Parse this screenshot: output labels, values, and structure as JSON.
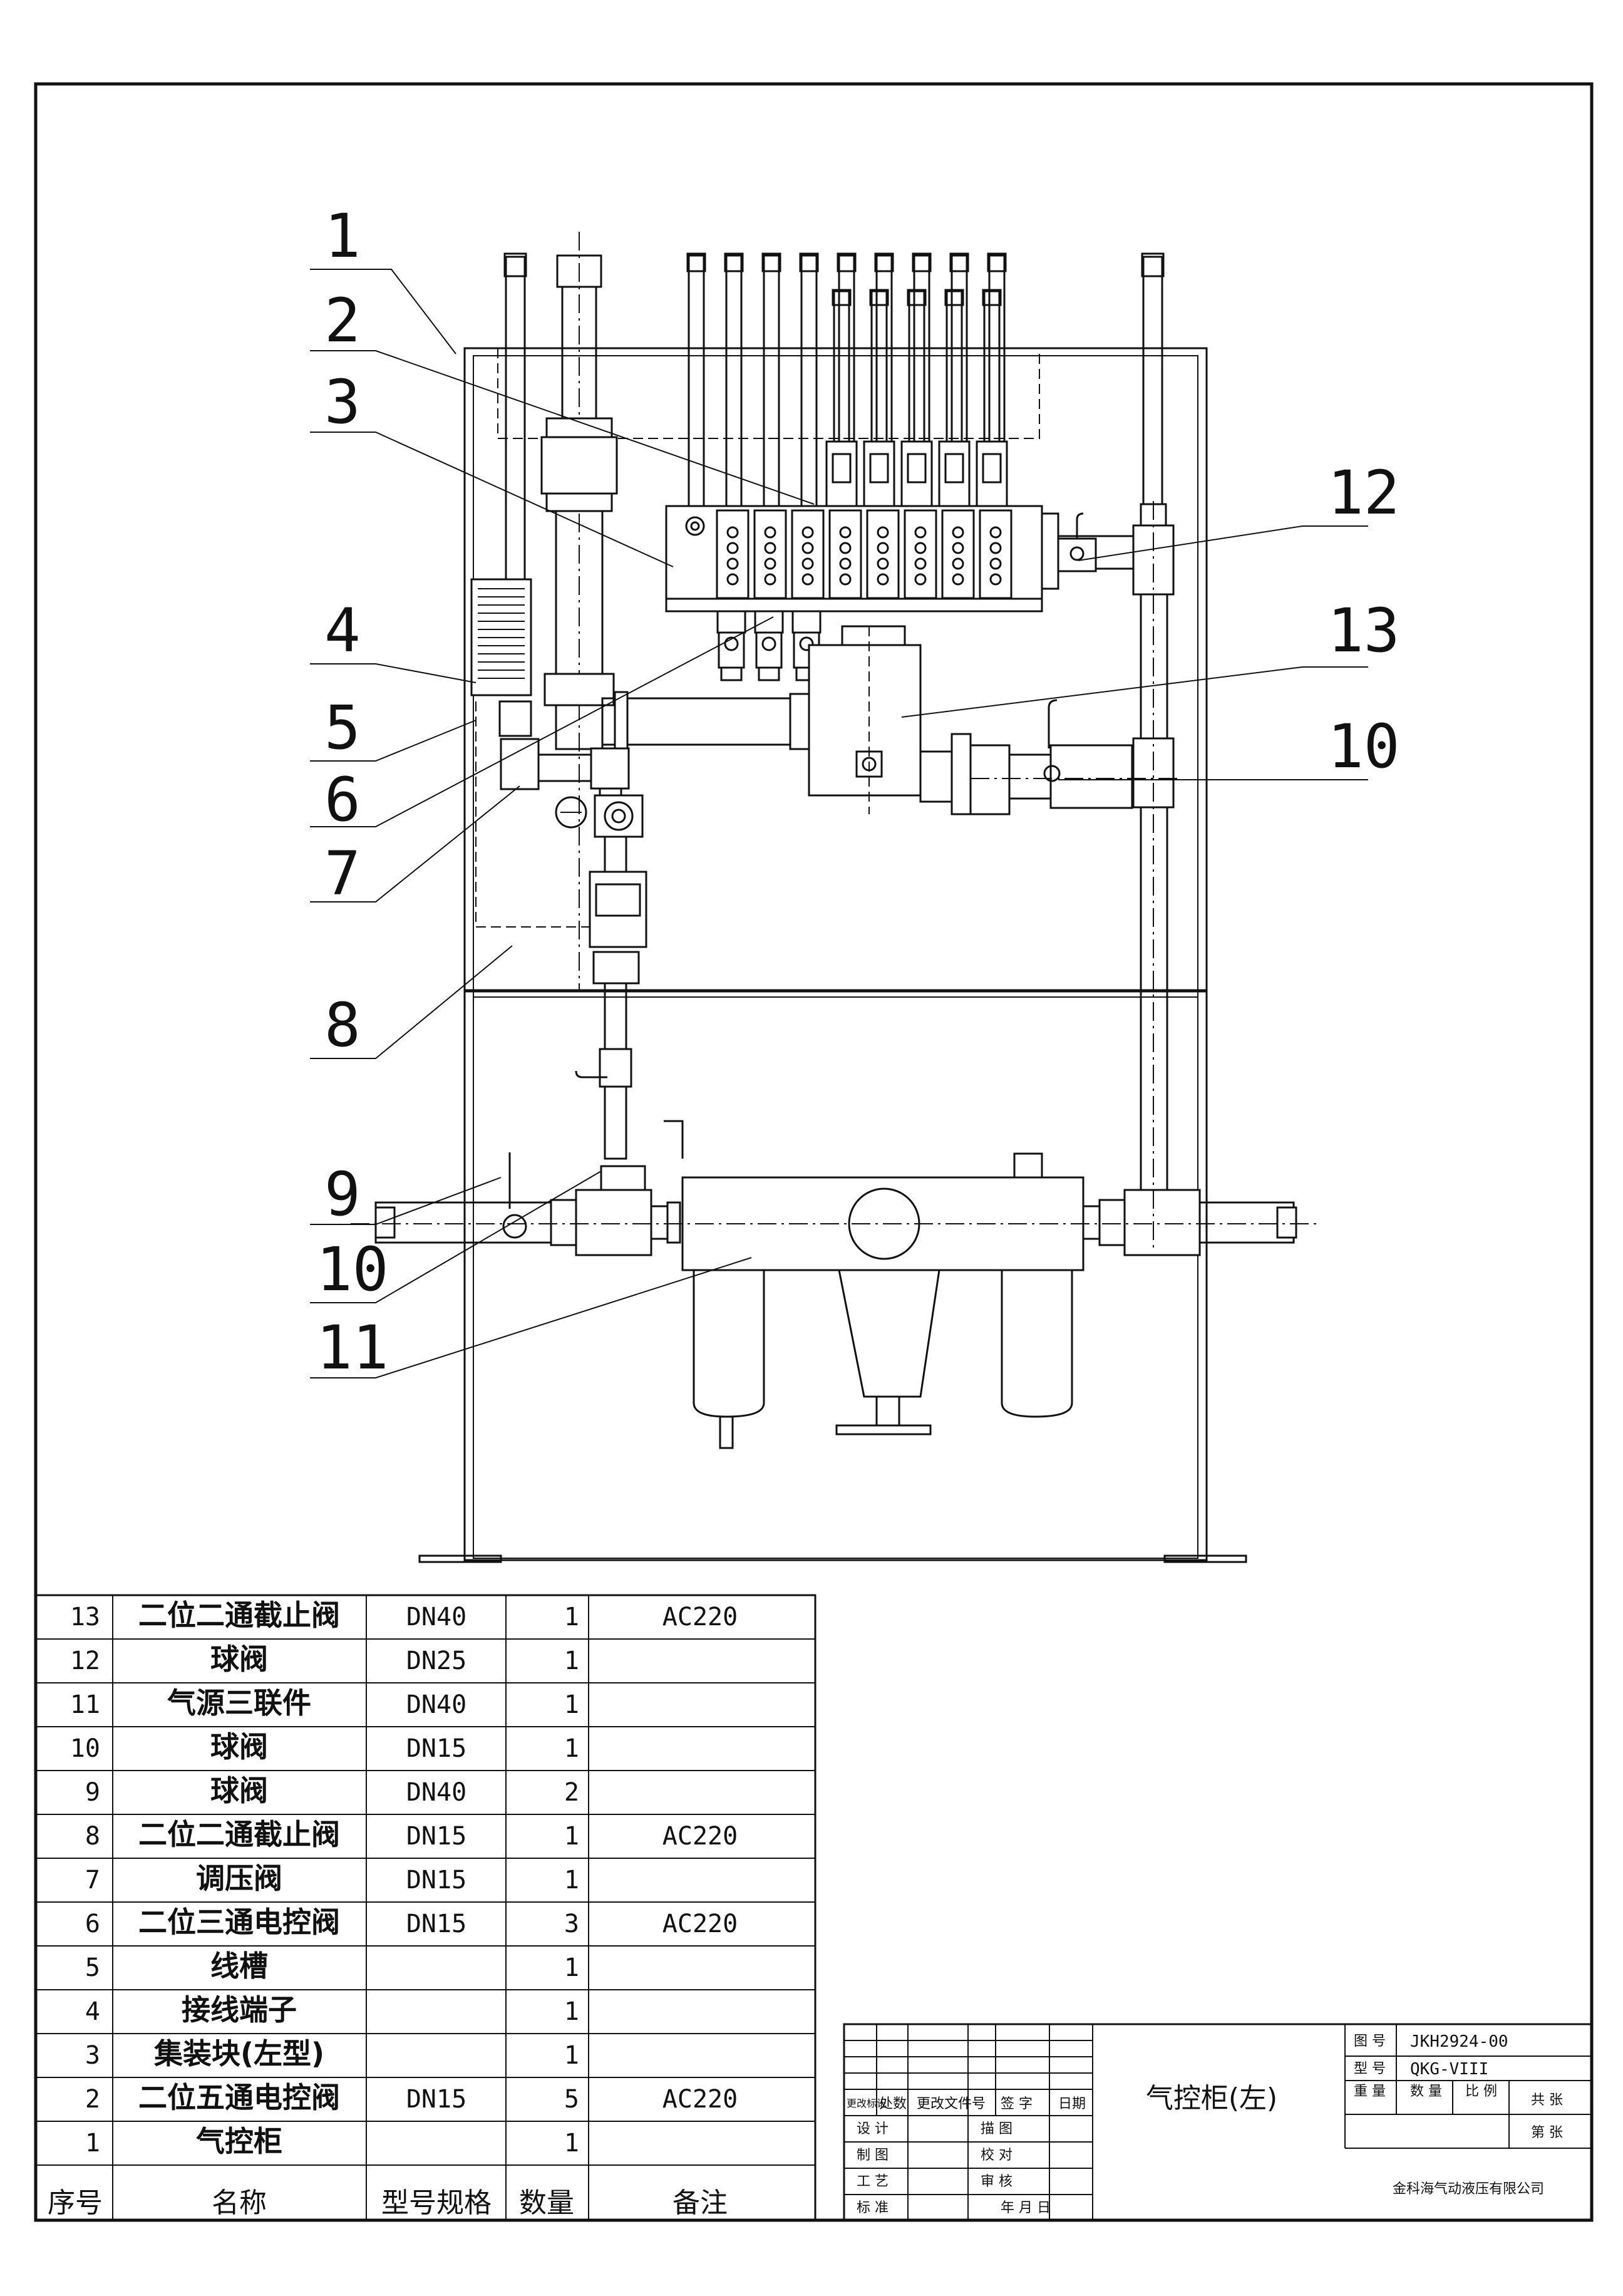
{
  "callouts": [
    "1",
    "2",
    "3",
    "4",
    "5",
    "6",
    "7",
    "8",
    "9",
    "10",
    "11",
    "12",
    "13",
    "10"
  ],
  "bom": {
    "headers": {
      "no": "序号",
      "name": "名称",
      "spec": "型号规格",
      "qty": "数量",
      "remark": "备注"
    },
    "rows": [
      {
        "no": "13",
        "name": "二位二通截止阀",
        "spec": "DN40",
        "qty": "1",
        "remark": "AC220"
      },
      {
        "no": "12",
        "name": "球阀",
        "spec": "DN25",
        "qty": "1",
        "remark": ""
      },
      {
        "no": "11",
        "name": "气源三联件",
        "spec": "DN40",
        "qty": "1",
        "remark": ""
      },
      {
        "no": "10",
        "name": "球阀",
        "spec": "DN15",
        "qty": "1",
        "remark": ""
      },
      {
        "no": "9",
        "name": "球阀",
        "spec": "DN40",
        "qty": "2",
        "remark": ""
      },
      {
        "no": "8",
        "name": "二位二通截止阀",
        "spec": "DN15",
        "qty": "1",
        "remark": "AC220"
      },
      {
        "no": "7",
        "name": "调压阀",
        "spec": "DN15",
        "qty": "1",
        "remark": ""
      },
      {
        "no": "6",
        "name": "二位三通电控阀",
        "spec": "DN15",
        "qty": "3",
        "remark": "AC220"
      },
      {
        "no": "5",
        "name": "线槽",
        "spec": "",
        "qty": "1",
        "remark": ""
      },
      {
        "no": "4",
        "name": "接线端子",
        "spec": "",
        "qty": "1",
        "remark": ""
      },
      {
        "no": "3",
        "name": "集装块(左型)",
        "spec": "",
        "qty": "1",
        "remark": ""
      },
      {
        "no": "2",
        "name": "二位五通电控阀",
        "spec": "DN15",
        "qty": "5",
        "remark": "AC220"
      },
      {
        "no": "1",
        "name": "气控柜",
        "spec": "",
        "qty": "1",
        "remark": ""
      }
    ]
  },
  "title_block": {
    "title": "气控柜(左)",
    "drawing_no_label": "图 号",
    "drawing_no": "JKH2924-00",
    "model_label": "型 号",
    "model": "QKG-VIII",
    "weight_label": "重 量",
    "qty_label": "数 量",
    "scale_label": "比 例",
    "total_sheets": "共    张",
    "sheet_no": "第    张",
    "company": "金科海气动液压有限公司",
    "rev_headers": [
      "更改标记",
      "处数",
      "更改文件号",
      "签 字",
      "日期"
    ],
    "design": "设  计",
    "drafting": "制  图",
    "process": "工  艺",
    "standard": "标  准",
    "trace": "描  图",
    "check": "校  对",
    "review": "审  核",
    "date_line": "年    月    日"
  }
}
